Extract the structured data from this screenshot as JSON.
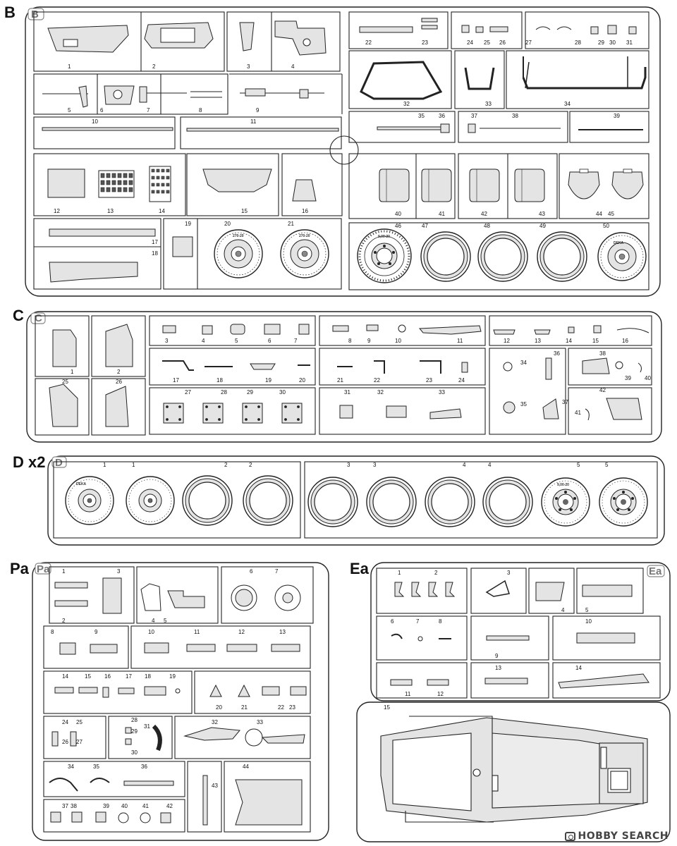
{
  "sprues": {
    "B": {
      "label": "B",
      "tag": "B",
      "parts": [
        "1",
        "2",
        "3",
        "4",
        "5",
        "6",
        "7",
        "8",
        "9",
        "10",
        "11",
        "12",
        "13",
        "14",
        "15",
        "16",
        "17",
        "18",
        "19",
        "20",
        "21",
        "22",
        "23",
        "24",
        "25",
        "26",
        "27",
        "28",
        "29",
        "30",
        "31",
        "32",
        "33",
        "34",
        "35",
        "36",
        "37",
        "38",
        "39",
        "40",
        "41",
        "42",
        "43",
        "44",
        "45",
        "46",
        "47",
        "48",
        "49",
        "50"
      ]
    },
    "C": {
      "label": "C",
      "tag": "C",
      "parts": [
        "1",
        "2",
        "3",
        "4",
        "5",
        "6",
        "7",
        "8",
        "9",
        "10",
        "11",
        "12",
        "13",
        "14",
        "15",
        "16",
        "17",
        "18",
        "19",
        "20",
        "21",
        "22",
        "23",
        "24",
        "25",
        "26",
        "27",
        "28",
        "29",
        "30",
        "31",
        "32",
        "33",
        "34",
        "35",
        "36",
        "37",
        "38",
        "39",
        "40",
        "41",
        "42"
      ]
    },
    "D": {
      "label": "D x2",
      "tag": "D",
      "parts": [
        "1",
        "1",
        "2",
        "2",
        "3",
        "3",
        "4",
        "4",
        "5",
        "5"
      ]
    },
    "Pa": {
      "label": "Pa",
      "tag": "Pa",
      "parts": [
        "1",
        "2",
        "3",
        "4",
        "5",
        "6",
        "7",
        "8",
        "9",
        "10",
        "11",
        "12",
        "13",
        "14",
        "15",
        "16",
        "17",
        "18",
        "19",
        "20",
        "21",
        "22",
        "23",
        "24",
        "25",
        "26",
        "27",
        "28",
        "29",
        "30",
        "31",
        "32",
        "33",
        "34",
        "35",
        "36",
        "37",
        "38",
        "39",
        "40",
        "41",
        "42",
        "43",
        "44"
      ]
    },
    "Ea": {
      "label": "Ea",
      "tag": "Ea",
      "parts": [
        "1",
        "2",
        "3",
        "4",
        "5",
        "6",
        "7",
        "8",
        "9",
        "10",
        "11",
        "12",
        "13",
        "14",
        "15"
      ]
    }
  },
  "tire_text": {
    "b20": "270-20",
    "b21": "270-20",
    "b46": "9,00-20",
    "b50": "DEKA",
    "d1": "DEKA",
    "d5": "9,00-20"
  },
  "watermark": "HOBBY SEARCH",
  "colors": {
    "line": "#222222",
    "part_fill": "#e4e4e4",
    "frame_fill": "#ffffff"
  }
}
